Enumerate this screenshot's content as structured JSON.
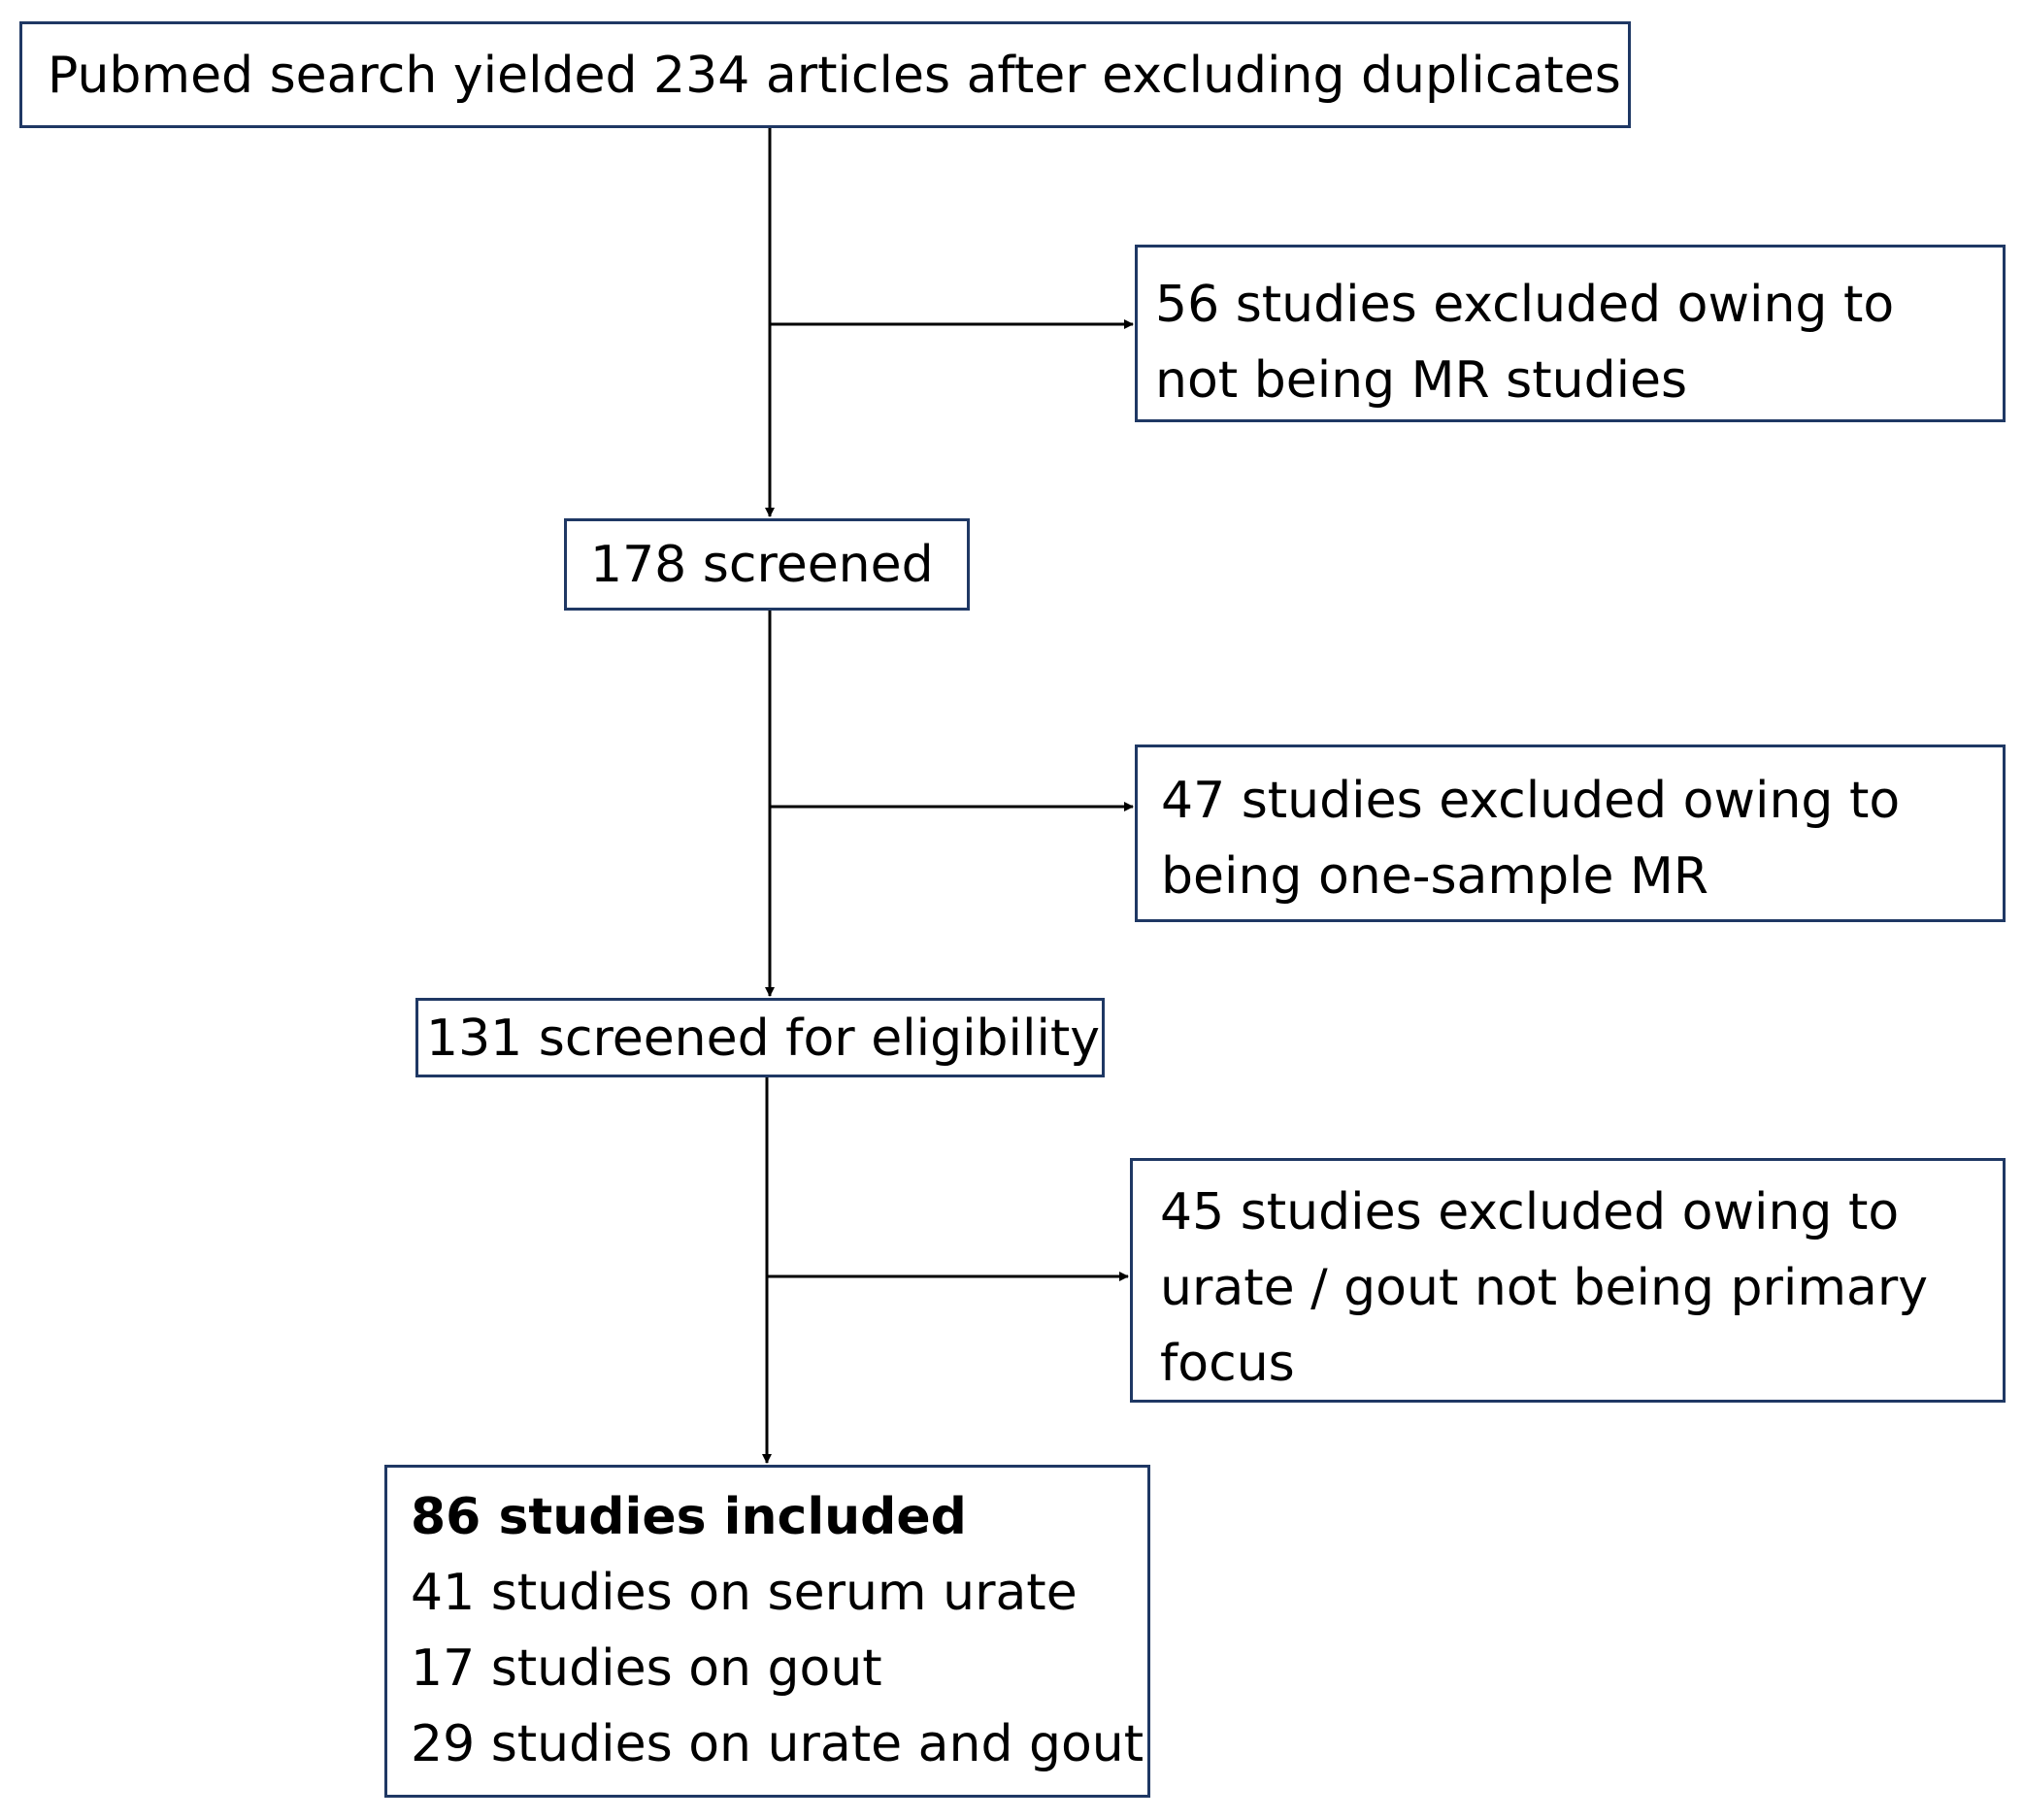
{
  "flow": {
    "search": "Pubmed search yielded 234 articles after excluding duplicates",
    "exclusion_1": [
      "56 studies excluded owing to",
      "not being MR studies"
    ],
    "screened": "178 screened",
    "exclusion_2": [
      "47 studies excluded owing to",
      "being one-sample MR"
    ],
    "eligibility": "131 screened for eligibility",
    "exclusion_3": [
      "45 studies excluded owing to",
      "urate / gout not being primary",
      "focus"
    ],
    "included_heading": "86 studies included",
    "included_breakdown": [
      "41 studies on serum urate",
      "17 studies on gout",
      "29 studies on urate and gout"
    ]
  },
  "colors": {
    "box_border": "#1f3864",
    "arrow": "#000000",
    "text": "#000000"
  }
}
